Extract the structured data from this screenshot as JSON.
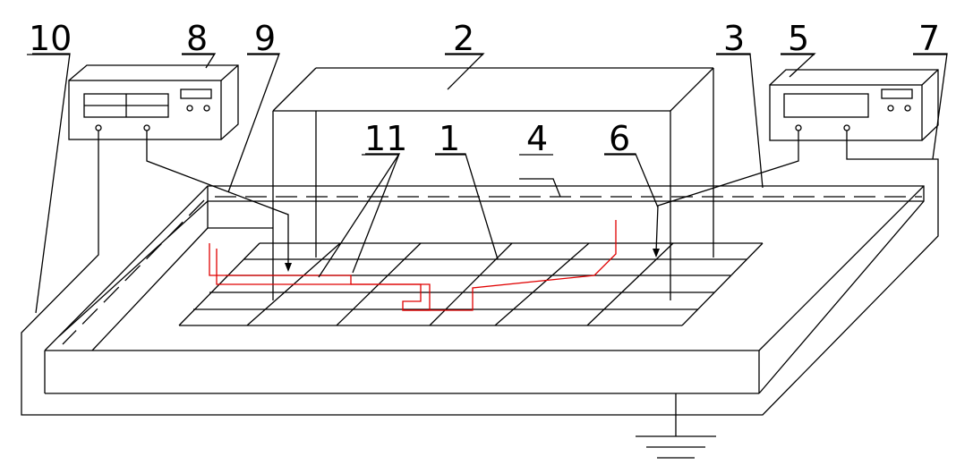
{
  "labels": {
    "l10": "10",
    "l8": "8",
    "l9": "9",
    "l2": "2",
    "l3": "3",
    "l5": "5",
    "l7": "7",
    "l11": "11",
    "l1": "1",
    "l4": "4",
    "l6": "6"
  },
  "colors": {
    "line": "#000000",
    "circuit": "#e00000",
    "background": "#ffffff"
  }
}
